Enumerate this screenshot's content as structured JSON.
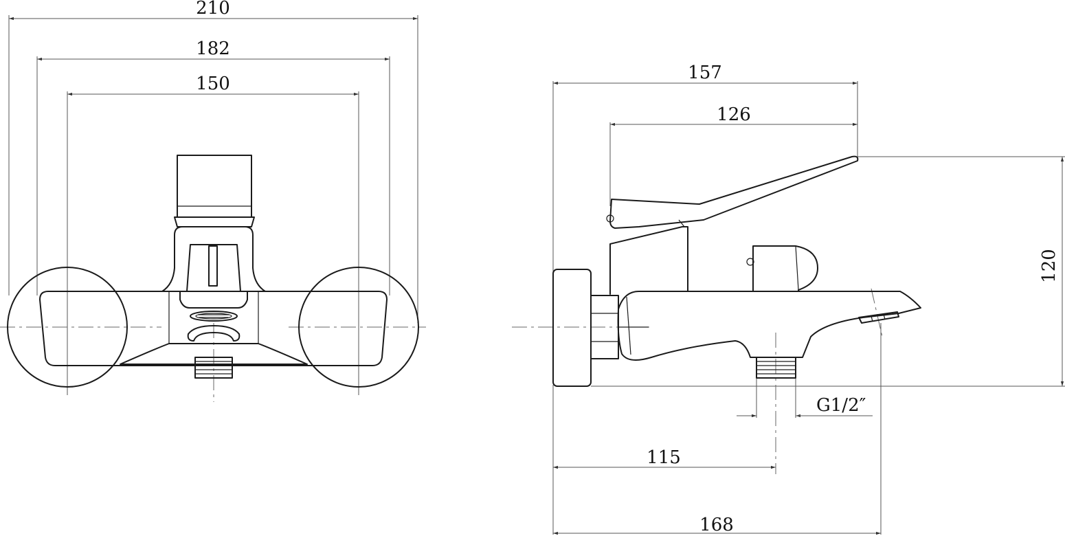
{
  "front_view": {
    "dim_overall": "210",
    "dim_outer": "182",
    "dim_center": "150"
  },
  "side_view": {
    "dim_top": "157",
    "dim_lever": "126",
    "dim_height": "120",
    "dim_thread": "G1/2″",
    "dim_outlet": "115",
    "dim_length": "168"
  }
}
